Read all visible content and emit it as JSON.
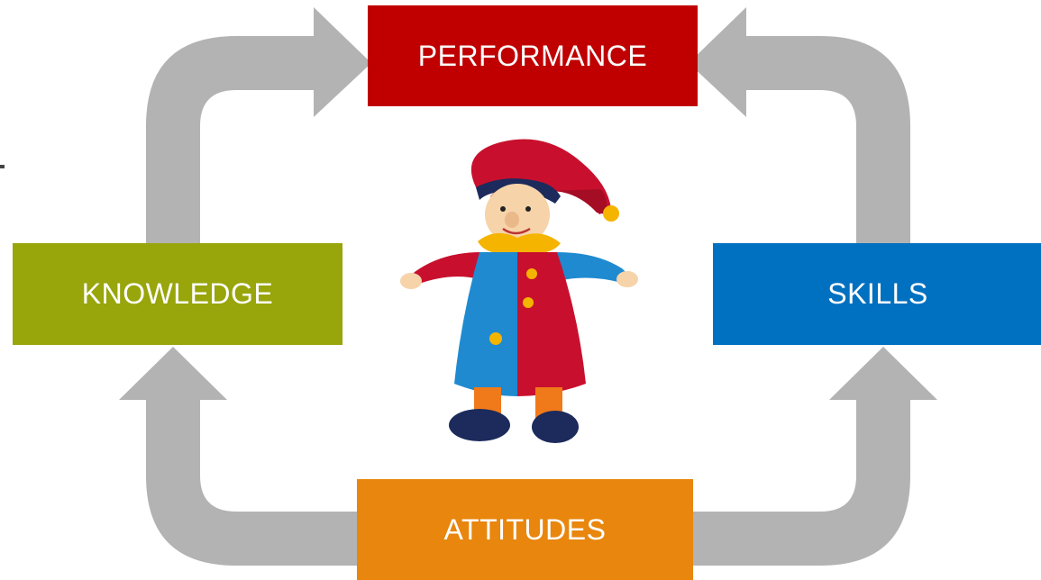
{
  "diagram": {
    "nodes": [
      {
        "id": "performance",
        "label": "PERFORMANCE",
        "color": "#c00000"
      },
      {
        "id": "knowledge",
        "label": "KNOWLEDGE",
        "color": "#98a50b"
      },
      {
        "id": "skills",
        "label": "SKILLS",
        "color": "#0070c0"
      },
      {
        "id": "attitudes",
        "label": "ATTITUDES",
        "color": "#e8860d"
      }
    ],
    "edges": [
      {
        "from": "attitudes",
        "to": "knowledge"
      },
      {
        "from": "knowledge",
        "to": "performance"
      },
      {
        "from": "attitudes",
        "to": "skills"
      },
      {
        "from": "skills",
        "to": "performance"
      }
    ],
    "arrow_color": "#b3b3b3",
    "center_image": "jester-doll"
  }
}
